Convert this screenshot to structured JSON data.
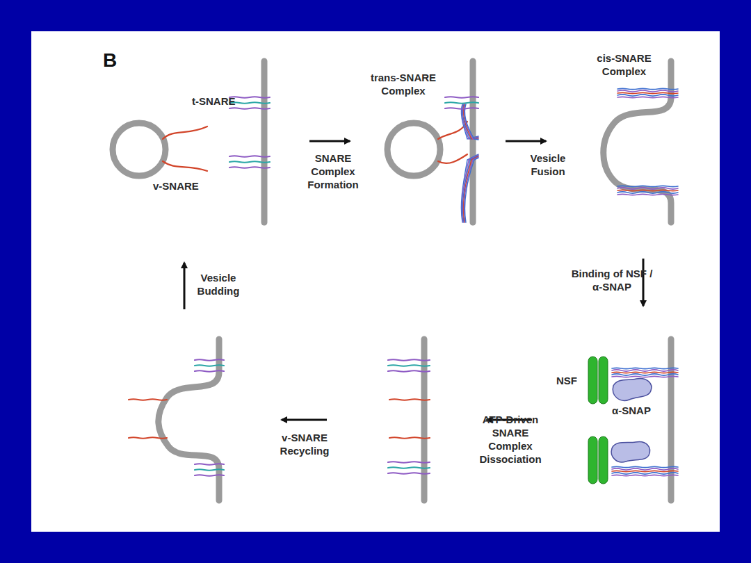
{
  "diagram": {
    "labels": [
      "B",
      "t-SNARE",
      "v-SNARE",
      "trans-SNARE Complex",
      "SNARE Complex Formation",
      "cis-SNARE Complex",
      "Vesicle Fusion",
      "Binding of NSF / α-SNAP",
      "NSF",
      "α-SNAP",
      "ATP-Driven SNARE Complex Dissociation",
      "v-SNARE Recycling",
      "Vesicle Budding"
    ]
  }
}
